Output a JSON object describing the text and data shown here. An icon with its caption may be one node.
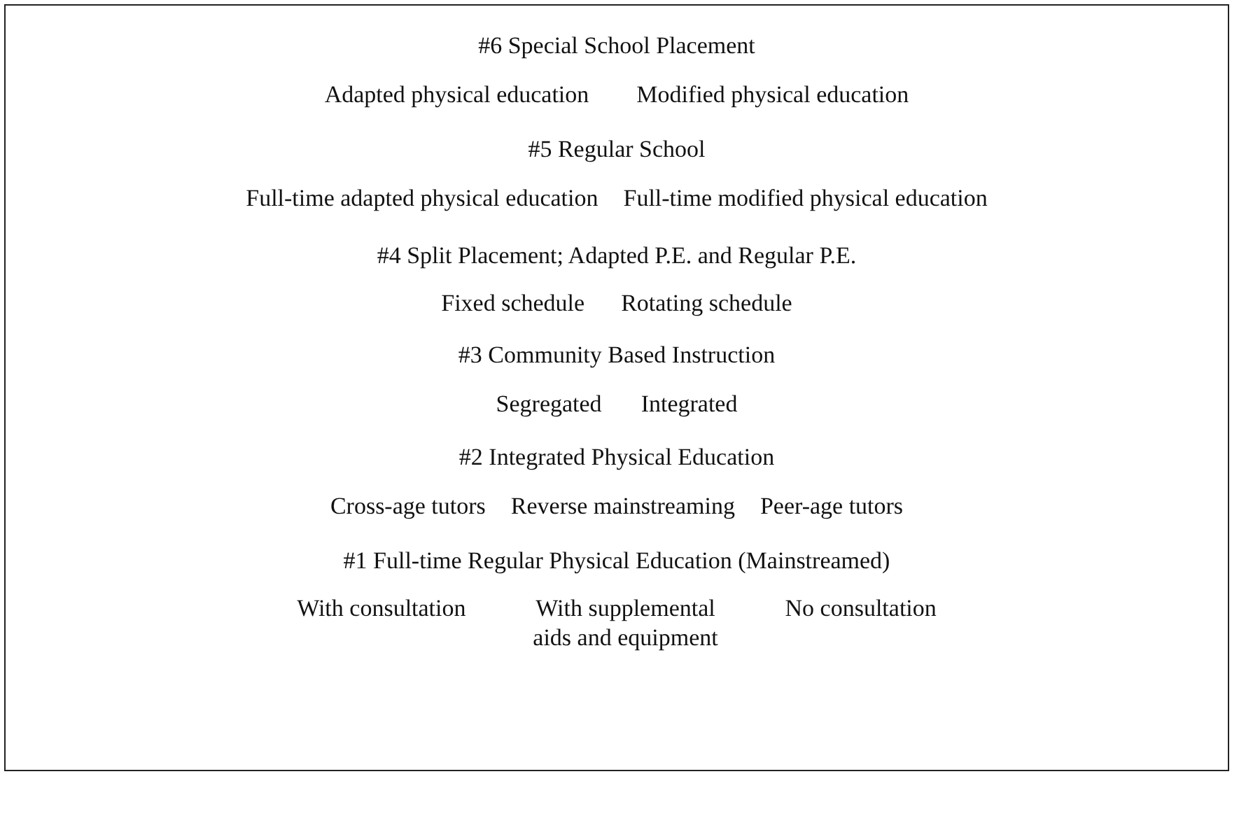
{
  "diagram": {
    "nodes": [
      {
        "text": [
          "#6 Special School Placement",
          "Adapted physical education",
          "Modified physical education",
          "#5 Regular School",
          "Full-time adapted physical education",
          "Full-time modified physical education",
          "#4 Split Placement; Adapted P.E. and Regular P.E.",
          "Fixed schedule",
          "Rotating schedule",
          "#3 Community Based Instruction",
          "Segregated",
          "Integrated",
          "#2 Integrated Physical Education",
          "Cross-age tutors",
          "Reverse mainstreaming",
          "Peer-age tutors",
          "#1 Full-time Regular Physical Education (Mainstreamed)",
          "With consultation",
          "With supplemental aids and equipment",
          "No consultation"
        ]
      }
    ]
  }
}
